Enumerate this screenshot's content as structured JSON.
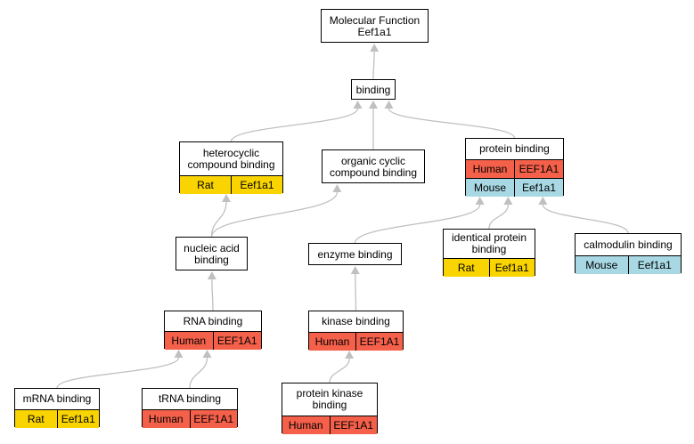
{
  "colors": {
    "human": "#f4604a",
    "rat": "#f9d400",
    "mouse": "#a8d8e4",
    "edge": "#c0c0c0"
  },
  "nodes": {
    "root": {
      "label": "Molecular Function\nEef1a1"
    },
    "binding": {
      "label": "binding"
    },
    "heterocyclic": {
      "label": "heterocyclic\ncompound binding",
      "rows": [
        {
          "species": "Rat",
          "gene": "Eef1a1"
        }
      ]
    },
    "organic_cyclic": {
      "label": "organic cyclic\ncompound binding"
    },
    "protein_binding": {
      "label": "protein binding",
      "rows": [
        {
          "species": "Human",
          "gene": "EEF1A1"
        },
        {
          "species": "Mouse",
          "gene": "Eef1a1"
        }
      ]
    },
    "nucleic_acid": {
      "label": "nucleic acid\nbinding"
    },
    "enzyme_binding": {
      "label": "enzyme binding"
    },
    "identical_protein": {
      "label": "identical protein\nbinding",
      "rows": [
        {
          "species": "Rat",
          "gene": "Eef1a1"
        }
      ]
    },
    "calmodulin": {
      "label": "calmodulin binding",
      "rows": [
        {
          "species": "Mouse",
          "gene": "Eef1a1"
        }
      ]
    },
    "rna_binding": {
      "label": "RNA binding",
      "rows": [
        {
          "species": "Human",
          "gene": "EEF1A1"
        }
      ]
    },
    "kinase_binding": {
      "label": "kinase binding",
      "rows": [
        {
          "species": "Human",
          "gene": "EEF1A1"
        }
      ]
    },
    "mrna_binding": {
      "label": "mRNA binding",
      "rows": [
        {
          "species": "Rat",
          "gene": "Eef1a1"
        }
      ]
    },
    "trna_binding": {
      "label": "tRNA binding",
      "rows": [
        {
          "species": "Human",
          "gene": "EEF1A1"
        }
      ]
    },
    "protein_kinase": {
      "label": "protein kinase\nbinding",
      "rows": [
        {
          "species": "Human",
          "gene": "EEF1A1"
        }
      ]
    }
  },
  "edges": [
    {
      "from": "binding",
      "to": "root"
    },
    {
      "from": "heterocyclic",
      "to": "binding"
    },
    {
      "from": "organic_cyclic",
      "to": "binding"
    },
    {
      "from": "protein_binding",
      "to": "binding"
    },
    {
      "from": "nucleic_acid",
      "to": "heterocyclic"
    },
    {
      "from": "nucleic_acid",
      "to": "organic_cyclic"
    },
    {
      "from": "enzyme_binding",
      "to": "protein_binding"
    },
    {
      "from": "identical_protein",
      "to": "protein_binding"
    },
    {
      "from": "calmodulin",
      "to": "protein_binding"
    },
    {
      "from": "rna_binding",
      "to": "nucleic_acid"
    },
    {
      "from": "kinase_binding",
      "to": "enzyme_binding"
    },
    {
      "from": "mrna_binding",
      "to": "rna_binding"
    },
    {
      "from": "trna_binding",
      "to": "rna_binding"
    },
    {
      "from": "protein_kinase",
      "to": "kinase_binding"
    }
  ]
}
